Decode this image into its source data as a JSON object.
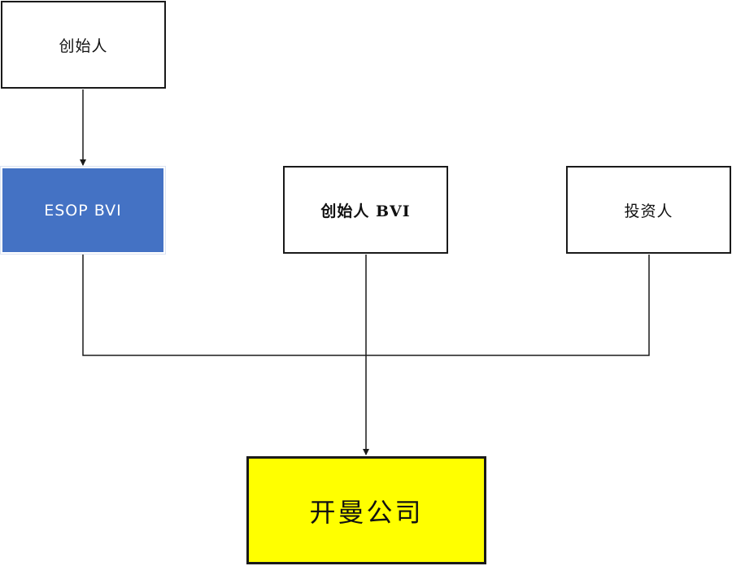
{
  "diagram": {
    "nodes": {
      "founder": {
        "label": "创始人"
      },
      "esop_bvi": {
        "label": "ESOP BVI"
      },
      "founder_bvi": {
        "label": "创始人 BVI"
      },
      "investor": {
        "label": "投资人"
      },
      "company": {
        "label": "开曼公司"
      }
    },
    "edges": [
      {
        "from": "founder",
        "to": "esop_bvi",
        "arrow": true
      },
      {
        "from": "esop_bvi",
        "to": "company",
        "arrow": true
      },
      {
        "from": "founder_bvi",
        "to": "company",
        "arrow": true
      },
      {
        "from": "investor",
        "to": "company",
        "arrow": true
      }
    ],
    "colors": {
      "esop_fill": "#4472c4",
      "company_fill": "#ffff00",
      "line": "#1a1a1a"
    }
  }
}
